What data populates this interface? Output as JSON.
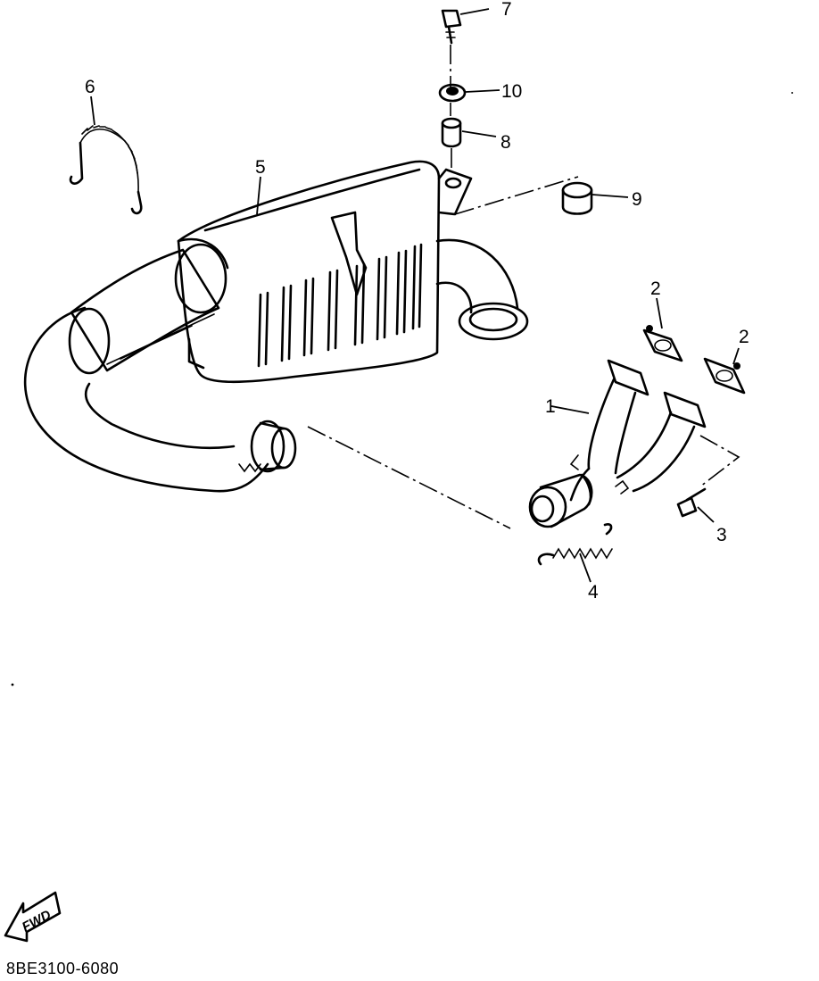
{
  "callouts": [
    {
      "number": "1",
      "part": "exhaust-pipe"
    },
    {
      "number": "2",
      "part": "gasket-left"
    },
    {
      "number": "2",
      "part": "gasket-right"
    },
    {
      "number": "3",
      "part": "bolt"
    },
    {
      "number": "4",
      "part": "spring"
    },
    {
      "number": "5",
      "part": "muffler"
    },
    {
      "number": "6",
      "part": "spring-loose"
    },
    {
      "number": "7",
      "part": "bolt-top"
    },
    {
      "number": "8",
      "part": "collar"
    },
    {
      "number": "9",
      "part": "damper"
    },
    {
      "number": "10",
      "part": "washer"
    }
  ],
  "fwd_label": "FWD",
  "diagram_code": "8BE3100-6080"
}
